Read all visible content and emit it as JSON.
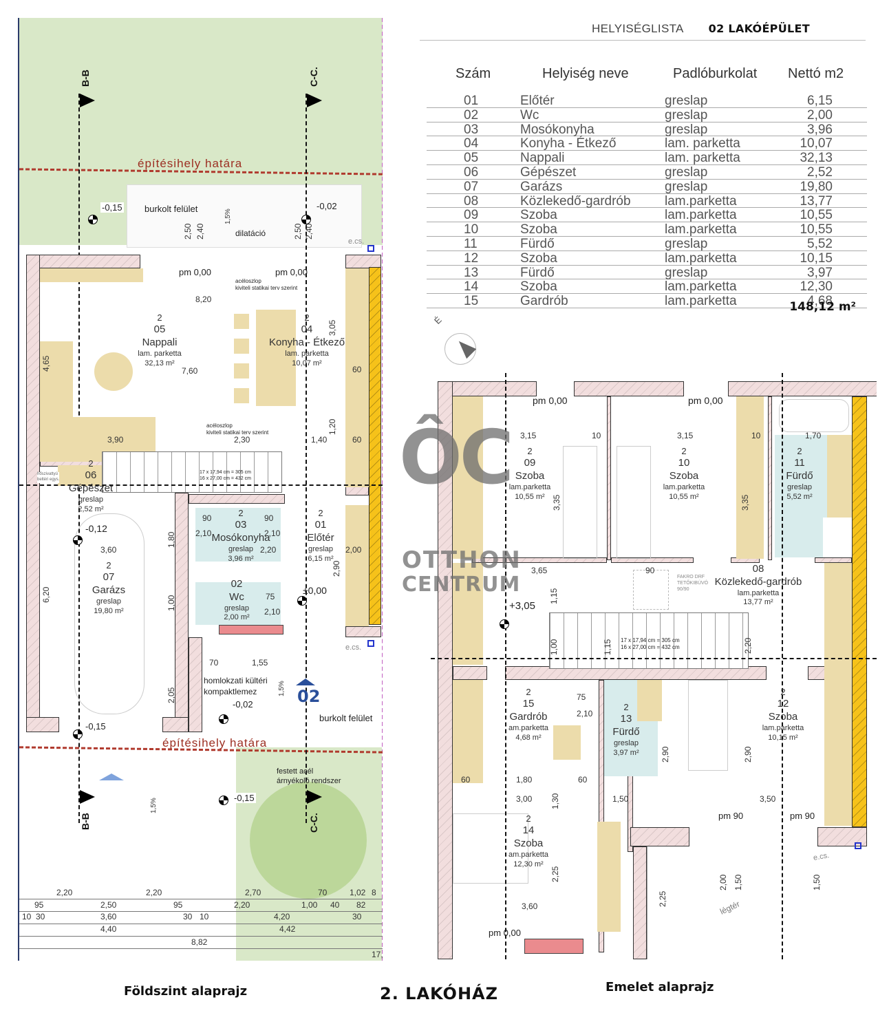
{
  "room_list": {
    "title": "HELYISÉGLISTA",
    "building": "02 LAKÓÉPÜLET",
    "columns": [
      "Szám",
      "Helyiség neve",
      "Padlóburkolat",
      "Nettó m2"
    ],
    "rows": [
      {
        "num": "01",
        "name": "Előtér",
        "floor": "greslap",
        "area": "6,15"
      },
      {
        "num": "02",
        "name": "Wc",
        "floor": "greslap",
        "area": "2,00"
      },
      {
        "num": "03",
        "name": "Mosókonyha",
        "floor": "greslap",
        "area": "3,96"
      },
      {
        "num": "04",
        "name": "Konyha - Étkező",
        "floor": "lam. parketta",
        "area": "10,07"
      },
      {
        "num": "05",
        "name": "Nappali",
        "floor": "lam. parketta",
        "area": "32,13"
      },
      {
        "num": "06",
        "name": "Gépészet",
        "floor": "greslap",
        "area": "2,52"
      },
      {
        "num": "07",
        "name": "Garázs",
        "floor": "greslap",
        "area": "19,80"
      },
      {
        "num": "08",
        "name": "Közlekedő-gardrób",
        "floor": "lam.parketta",
        "area": "13,77"
      },
      {
        "num": "09",
        "name": "Szoba",
        "floor": "lam.parketta",
        "area": "10,55"
      },
      {
        "num": "10",
        "name": "Szoba",
        "floor": "lam.parketta",
        "area": "10,55"
      },
      {
        "num": "11",
        "name": "Fürdő",
        "floor": "greslap",
        "area": "5,52"
      },
      {
        "num": "12",
        "name": "Szoba",
        "floor": "lam.parketta",
        "area": "10,15"
      },
      {
        "num": "13",
        "name": "Fürdő",
        "floor": "greslap",
        "area": "3,97"
      },
      {
        "num": "14",
        "name": "Szoba",
        "floor": "lam.parketta",
        "area": "12,30"
      },
      {
        "num": "15",
        "name": "Gardrób",
        "floor": "lam.parketta",
        "area": "4,68"
      }
    ],
    "total": "148,12 m²"
  },
  "ground_floor": {
    "caption": "Földszint alaprajz",
    "section_labels": {
      "bb": "B-B",
      "cc": "C-C."
    },
    "boundary_label": "építésihely határa",
    "paved_top": "burkolt felület",
    "paved_bottom": "burkolt felület",
    "dilatation": "dilatáció",
    "slope": "1,5%",
    "steel_column_note": "acéloszlop\nkiviteli statikai terv szerint",
    "facade_note": "homlokzati kültéri\nkompaktlemez",
    "shading_note": "festett acél\nárnyékoló rendszer",
    "heat_pump_note": "hőszivattyú\nbeltéri egys.",
    "ecs": "e.cs.",
    "entry_marker": "02",
    "stair_note": "17 x 17,94 cm = 305 cm\n16 x 27,00 cm = 432 cm",
    "levels": {
      "top_left": "-0,15",
      "top_right": "-0,02",
      "pm_left": "pm 0,00",
      "pm_right": "pm 0,00",
      "garage": "-0,12",
      "entry": "±0,00",
      "porch": "-0,02",
      "garage_front": "-0,15",
      "yard": "-0,15"
    },
    "rooms": [
      {
        "floor": "2",
        "num": "05",
        "name": "Nappali",
        "finish": "lam. parketta",
        "area": "32,13 m²"
      },
      {
        "floor": "2",
        "num": "04",
        "name": "Konyha - Étkező",
        "finish": "lam. parketta",
        "area": "10,07 m²"
      },
      {
        "floor": "2",
        "num": "06",
        "name": "Gépészet",
        "finish": "greslap",
        "area": "2,52 m²"
      },
      {
        "floor": "2",
        "num": "03",
        "name": "Mosókonyha",
        "finish": "greslap",
        "area": "3,96 m²"
      },
      {
        "floor": "2",
        "num": "01",
        "name": "Előtér",
        "finish": "greslap",
        "area": "6,15 m²"
      },
      {
        "floor": "2",
        "num": "07",
        "name": "Garázs",
        "finish": "greslap",
        "area": "19,80 m²"
      },
      {
        "floor": "",
        "num": "02",
        "name": "Wc",
        "finish": "greslap",
        "area": "2,00 m²"
      }
    ],
    "dims": {
      "d820": "8,20",
      "d760": "7,60",
      "d465": "4,65",
      "d390": "3,90",
      "d230": "2,30",
      "d140": "1,40",
      "d305": "3,05",
      "d120": "1,20",
      "d60a": "60",
      "d60b": "60",
      "d360": "3,60",
      "d620": "6,20",
      "d180": "1,80",
      "d220": "2,20",
      "d200": "2,00",
      "d290": "2,90",
      "d100": "1,00",
      "d205": "2,05",
      "d155": "1,55",
      "d70": "70",
      "d90a": "90",
      "d90b": "90",
      "d210a": "2,10",
      "d210b": "2,10",
      "d75": "75",
      "d210c": "2,10",
      "d250a": "2,50",
      "d240a": "2,40",
      "d250b": "2,50",
      "d240b": "2,40",
      "d30": "30",
      "d10": "10"
    },
    "bottom_dims": {
      "row1": [
        "2,20",
        "2,20",
        "2,70",
        "70",
        "1,02",
        "8"
      ],
      "row2": [
        "95",
        "2,50",
        "95",
        "2,20",
        "1,00",
        "40",
        "82"
      ],
      "row3": [
        "10",
        "30",
        "3,60",
        "30",
        "10",
        "4,20",
        "30"
      ],
      "row4": [
        "4,40",
        "4,42"
      ],
      "row5": [
        "8,82"
      ],
      "row6": [
        "17,"
      ]
    }
  },
  "upper_floor": {
    "caption": "Emelet alaprajz",
    "north": "É",
    "levels": {
      "pm1": "pm 0,00",
      "pm2": "pm 0,00",
      "landing": "+3,05",
      "pm3": "pm 90",
      "pm4": "pm 90",
      "pm5": "pm 0,00"
    },
    "roof_hatch": "FAKRO DRF\nTETŐKIBÚVÓ\n90/90",
    "stair_note": "17 x 17,94 cm = 305 cm\n16 x 27,00 cm = 432 cm",
    "void": "légtér",
    "ecs": "e.cs.",
    "rooms": [
      {
        "floor": "2",
        "num": "09",
        "name": "Szoba",
        "finish": "lam.parketta",
        "area": "10,55 m²"
      },
      {
        "floor": "2",
        "num": "10",
        "name": "Szoba",
        "finish": "lam.parketta",
        "area": "10,55 m²"
      },
      {
        "floor": "2",
        "num": "11",
        "name": "Fürdő",
        "finish": "greslap",
        "area": "5,52 m²"
      },
      {
        "floor": "",
        "num": "08",
        "name": "Közlekedő-gardrób",
        "finish": "lam.parketta",
        "area": "13,77 m²"
      },
      {
        "floor": "2",
        "num": "15",
        "name": "Gardrób",
        "finish": "am.parketta",
        "area": "4,68 m²"
      },
      {
        "floor": "2",
        "num": "13",
        "name": "Fürdő",
        "finish": "greslap",
        "area": "3,97 m²"
      },
      {
        "floor": "2",
        "num": "12",
        "name": "Szoba",
        "finish": "lam.parketta",
        "area": "10,15 m²"
      },
      {
        "floor": "2",
        "num": "14",
        "name": "Szoba",
        "finish": "am.parketta",
        "area": "12,30 m²"
      }
    ],
    "dims": {
      "d315a": "3,15",
      "d315b": "3,15",
      "d170": "1,70",
      "d10a": "10",
      "d10b": "10",
      "d335a": "3,35",
      "d335b": "3,35",
      "d365": "3,65",
      "d90": "90",
      "d115a": "1,15",
      "d115b": "1,15",
      "d220": "2,20",
      "d100": "1,00",
      "d60a": "60",
      "d180": "1,80",
      "d60b": "60",
      "d300": "3,00",
      "d150": "1,50",
      "d350": "3,50",
      "d130": "1,30",
      "d290a": "2,90",
      "d290b": "2,90",
      "d225a": "2,25",
      "d225b": "2,25",
      "d360": "3,60",
      "d200": "2,00",
      "d150b": "1,50",
      "d150c": "1,50",
      "d75": "75",
      "d210": "2,10"
    }
  },
  "title": "2. LAKÓHÁZ",
  "watermark": {
    "mark": "ÔC",
    "line1": "OTTHON",
    "line2": "CENTRUM"
  },
  "colors": {
    "wall": "#f2dede",
    "insulation": "#f6c21a",
    "furniture": "#ecdcab",
    "wet_room": "#d8ecec",
    "garden": "#d9e8c8",
    "boundary": "#b03a2e",
    "marker_blue": "#2a4f9a"
  }
}
